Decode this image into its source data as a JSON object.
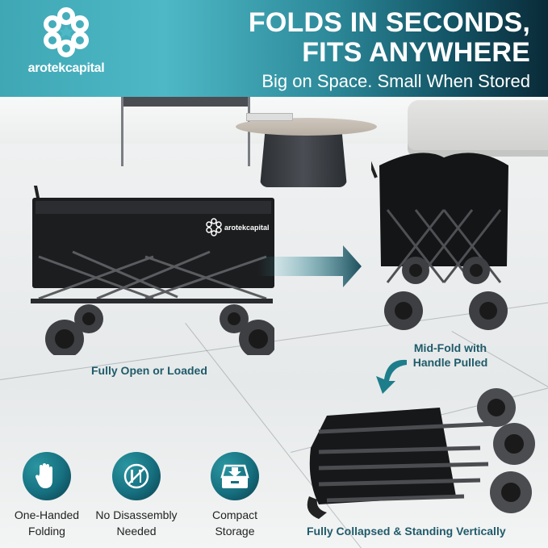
{
  "brand": {
    "name": "arotekcapital",
    "logo_icon": "flower-knot-icon",
    "colors": {
      "teal_light": "#4eb8c6",
      "teal_dark": "#0a2a38",
      "caption": "#1f5b6a",
      "icon_disc": "#167080"
    }
  },
  "header": {
    "headline_line1": "FOLDS IN SECONDS,",
    "headline_line2": "FITS ANYWHERE",
    "subheadline": "Big on Space. Small When Stored"
  },
  "stages": [
    {
      "id": "open",
      "caption": "Fully Open or Loaded",
      "product_logo": "arotekcapital"
    },
    {
      "id": "mid",
      "caption_line1": "Mid-Fold with",
      "caption_line2": "Handle Pulled"
    },
    {
      "id": "folded",
      "caption": "Fully Collapsed & Standing Vertically"
    }
  ],
  "arrows": [
    {
      "icon": "arrow-right-icon",
      "from": "open",
      "to": "mid"
    },
    {
      "icon": "curved-arrow-down-icon",
      "from": "mid",
      "to": "folded"
    }
  ],
  "features": [
    {
      "icon": "hand-icon",
      "label_line1": "One-Handed",
      "label_line2": "Folding"
    },
    {
      "icon": "no-tools-icon",
      "label_line1": "No Disassembly",
      "label_line2": "Needed"
    },
    {
      "icon": "storage-drawer-icon",
      "label_line1": "Compact",
      "label_line2": "Storage"
    }
  ]
}
